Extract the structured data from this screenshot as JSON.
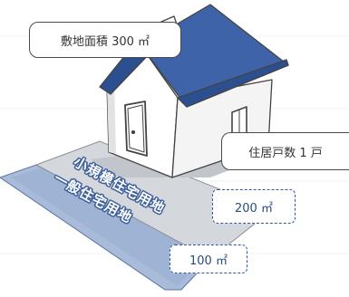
{
  "labels": {
    "site_area": "敷地面積  300 ㎡",
    "dwelling_units": "住居戸数  1 戸",
    "small_residential_area": "200 ㎡",
    "general_residential_area": "100 ㎡"
  },
  "zones": {
    "small_scale": "小規模住宅用地",
    "general": "一般住宅用地"
  },
  "colors": {
    "roof": "#3f63a8",
    "roof_shadow": "#2c4f90",
    "wall": "#ffffff",
    "wall_shade": "#dcdcdc",
    "door": "#ffffff",
    "small_zone_fill": "#d4d7dc",
    "general_zone_fill": "#a8bbd9",
    "outline": "#444444",
    "dashed_border": "#2f5a9e"
  },
  "icons": {
    "house": "house-icon"
  }
}
